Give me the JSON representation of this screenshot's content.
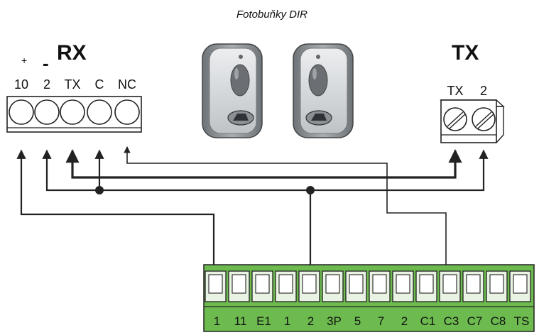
{
  "title": "Fotobuňky DIR",
  "rx": {
    "label": "RX",
    "polarity_plus": "+",
    "polarity_minus": "-",
    "terminals": [
      "10",
      "2",
      "TX",
      "C",
      "NC"
    ]
  },
  "tx": {
    "label": "TX",
    "terminals": [
      "TX",
      "2"
    ]
  },
  "board": {
    "terminals": [
      "1",
      "11",
      "E1",
      "1",
      "2",
      "3P",
      "5",
      "7",
      "2",
      "C1",
      "C3",
      "C7",
      "C8",
      "TS"
    ],
    "color": "#6dbb4f"
  },
  "colors": {
    "wire": "#222222",
    "device_body": "#8a8f94",
    "device_face": "#d9dcdf"
  }
}
